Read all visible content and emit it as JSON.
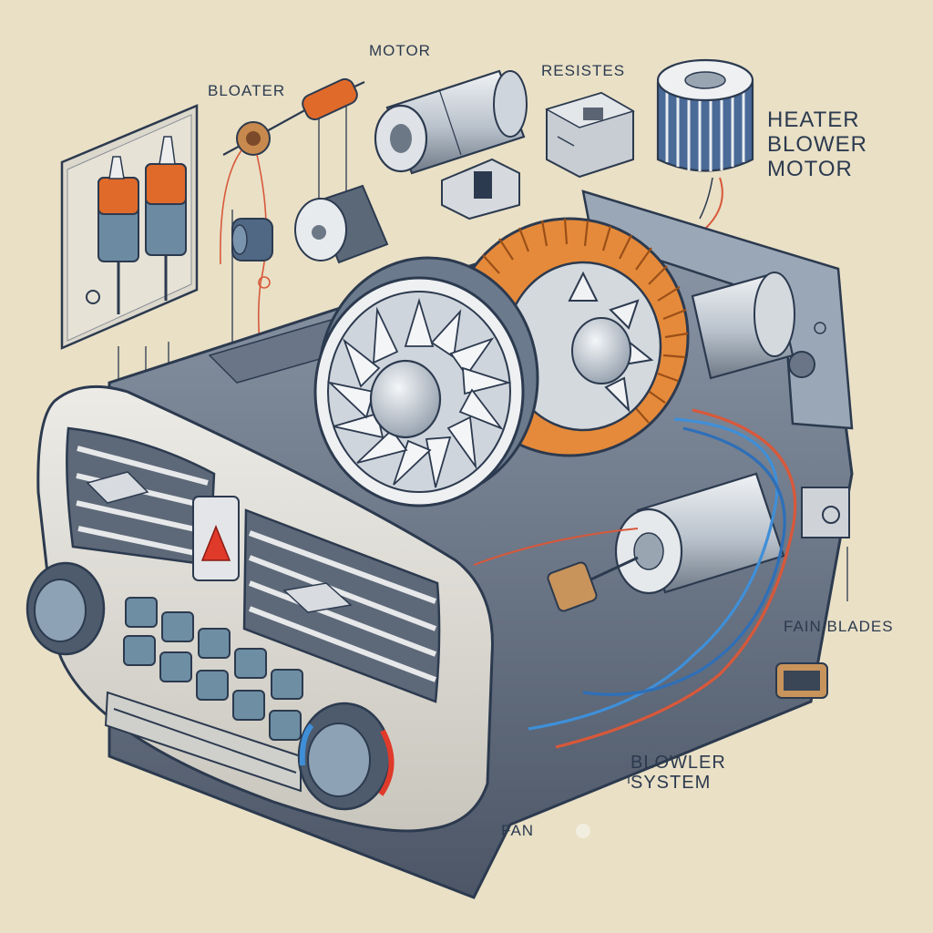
{
  "labels": {
    "bloater": "BLOATER",
    "motor": "MOTOR",
    "resistes": "RESISTES",
    "heater_blower_motor": [
      "HEATER",
      "BLOWER",
      "MOTOR"
    ],
    "fain_blades": "FAIN BLADES",
    "blowler_system": [
      "BLOWLER",
      "SYSTEM"
    ],
    "fan": "FAN"
  },
  "colors": {
    "background": "#e9e0c6",
    "outline": "#2c3a4f",
    "orange": "#e58a3a",
    "wire_red": "#d8583a",
    "wire_blue": "#3f8fd8",
    "panel": "#dcd9d0",
    "dark_metal": "#5a6473",
    "button": "#6e8ea4",
    "warning": "#e03a2a"
  },
  "icons": [
    "capacitor-icon",
    "resistor-icon",
    "fan-wheel-icon",
    "filter-icon",
    "knob-icon",
    "hazard-icon"
  ]
}
